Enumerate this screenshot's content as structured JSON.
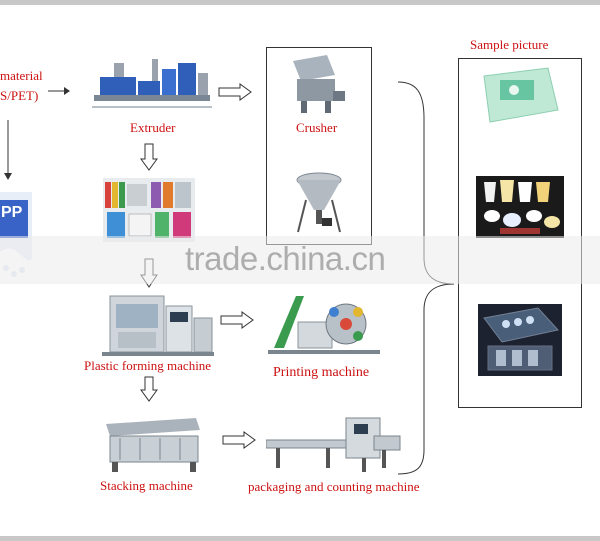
{
  "labels": {
    "raw_material_line1": "material",
    "raw_material_line2": "S/PET)",
    "extruder": "Extruder",
    "crusher": "Crusher",
    "sample_picture": "Sample picture",
    "plastic_forming": "Plastic forming machine",
    "printing": "Printing machine",
    "stacking": "Stacking machine",
    "packaging": "packaging and counting machine",
    "bag_text": "PP"
  },
  "watermark": "trade.china.cn",
  "colors": {
    "label_red": "#cc1111",
    "machine_blue": "#2f5fb8",
    "machine_grey": "#9aa3ad",
    "box_border": "#333333"
  },
  "icons": [
    "hollow-right-arrow-icon",
    "hollow-down-arrow-icon"
  ]
}
